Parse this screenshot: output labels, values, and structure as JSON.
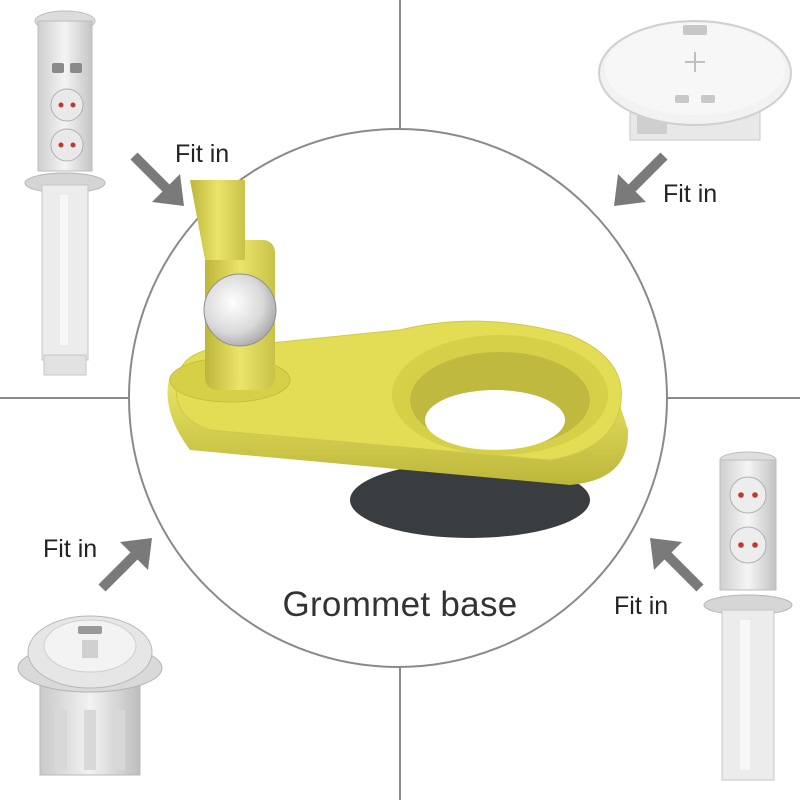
{
  "labels": {
    "top_left": "Fit in",
    "top_right": "Fit in",
    "bottom_left": "Fit in",
    "bottom_right": "Fit in"
  },
  "center": {
    "title": "Grommet base"
  },
  "colors": {
    "divider": "#8a8a8a",
    "arrow": "#7a7a7a",
    "grommet_yellow": "#e3dd55",
    "socket_red": "#c0392b",
    "metal_light": "#e6e6e6",
    "seal_dark": "#3a3d3f"
  }
}
